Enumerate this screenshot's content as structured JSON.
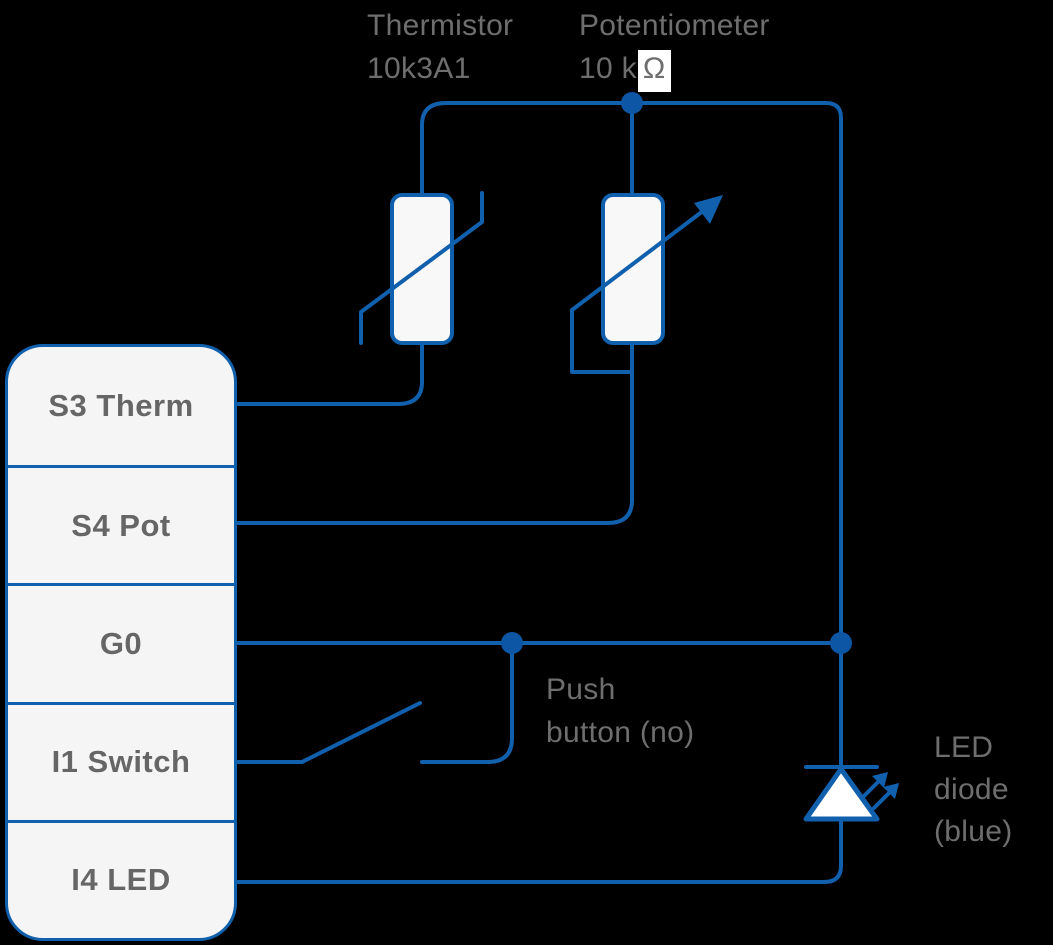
{
  "colors": {
    "background": "#000000",
    "wire": "#1160ad",
    "junction": "#0d56a5",
    "block_fill": "#f5f5f5",
    "component_fill": "#f8f8f8",
    "led_fill": "#ffffff",
    "label_text": "#6e6e6e",
    "terminal_text": "#666666",
    "omega_bg": "#ffffff"
  },
  "controller": {
    "terminals": [
      {
        "label": "S3 Therm"
      },
      {
        "label": "S4 Pot"
      },
      {
        "label": "G0"
      },
      {
        "label": "I1 Switch"
      },
      {
        "label": "I4 LED"
      }
    ]
  },
  "labels": {
    "thermistor": {
      "name": "Thermistor",
      "value": "10k3A1"
    },
    "potentiometer": {
      "name": "Potentiometer",
      "value": "10 k",
      "unit": "Ω"
    },
    "push_button": {
      "line1": "Push",
      "line2": "button (no)"
    },
    "led": {
      "line1": "LED",
      "line2": "diode",
      "line3": "(blue)"
    }
  }
}
